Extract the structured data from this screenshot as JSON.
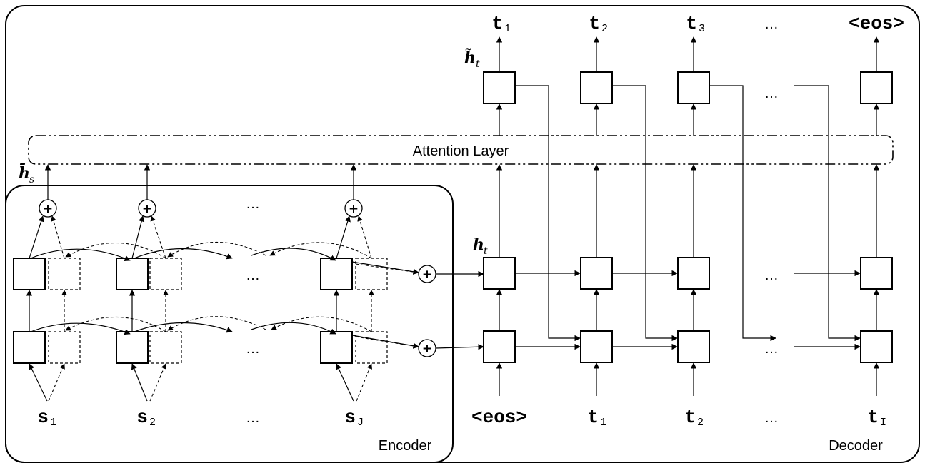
{
  "labels": {
    "attention_layer": "Attention Layer",
    "encoder": "Encoder",
    "decoder": "Decoder",
    "h_bar_s": "h̄",
    "h_bar_s_sub": "s",
    "h_tilde_t": "h̃",
    "h_tilde_t_sub": "t",
    "h_t": "h",
    "h_t_sub": "t",
    "ellipsis": "…"
  },
  "encoder_inputs": [
    {
      "base": "s",
      "sub": "1"
    },
    {
      "base": "s",
      "sub": "2"
    },
    {
      "base": "…",
      "sub": ""
    },
    {
      "base": "s",
      "sub": "J"
    }
  ],
  "decoder_inputs": [
    {
      "base": "<eos>",
      "sub": ""
    },
    {
      "base": "t",
      "sub": "1"
    },
    {
      "base": "t",
      "sub": "2"
    },
    {
      "base": "…",
      "sub": ""
    },
    {
      "base": "t",
      "sub": "I"
    }
  ],
  "decoder_outputs": [
    {
      "base": "t",
      "sub": "1"
    },
    {
      "base": "t",
      "sub": "2"
    },
    {
      "base": "t",
      "sub": "3"
    },
    {
      "base": "…",
      "sub": ""
    },
    {
      "base": "<eos>",
      "sub": ""
    }
  ],
  "combine_symbol": "+"
}
